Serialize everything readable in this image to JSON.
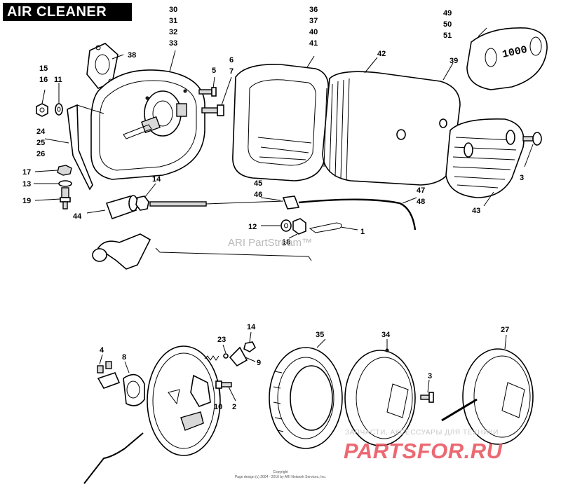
{
  "title": "AIR CLEANER",
  "watermark": "ARI PartStream™",
  "watermark_site_text": "ЗАПЧАСТИ, АКСЕССУАРЫ ДЛЯ ТЕХНИКИ",
  "watermark_site_logo": "PARTSFOR.RU",
  "cover_text": "1000",
  "copyright_line1": "Copyright",
  "copyright_line2": "Page design (c) 2004 - 2016 by ARI Network Services, Inc.",
  "callouts": {
    "c30": "30",
    "c31": "31",
    "c32": "32",
    "c33": "33",
    "c36": "36",
    "c37": "37",
    "c40": "40",
    "c41": "41",
    "c49": "49",
    "c50": "50",
    "c51": "51",
    "c38": "38",
    "c15": "15",
    "c16": "16",
    "c11": "11",
    "c5": "5",
    "c6": "6",
    "c7": "7",
    "c42": "42",
    "c39": "39",
    "c24": "24",
    "c25": "25",
    "c26": "26",
    "c17": "17",
    "c13": "13",
    "c19": "19",
    "c14a": "14",
    "c45": "45",
    "c46": "46",
    "c47": "47",
    "c48": "48",
    "c3a": "3",
    "c43": "43",
    "c44": "44",
    "c12": "12",
    "c18": "18",
    "c1": "1",
    "c14b": "14",
    "c23": "23",
    "c9": "9",
    "c35": "35",
    "c34": "34",
    "c27": "27",
    "c4": "4",
    "c8": "8",
    "c3b": "3",
    "c10": "10",
    "c2": "2"
  }
}
